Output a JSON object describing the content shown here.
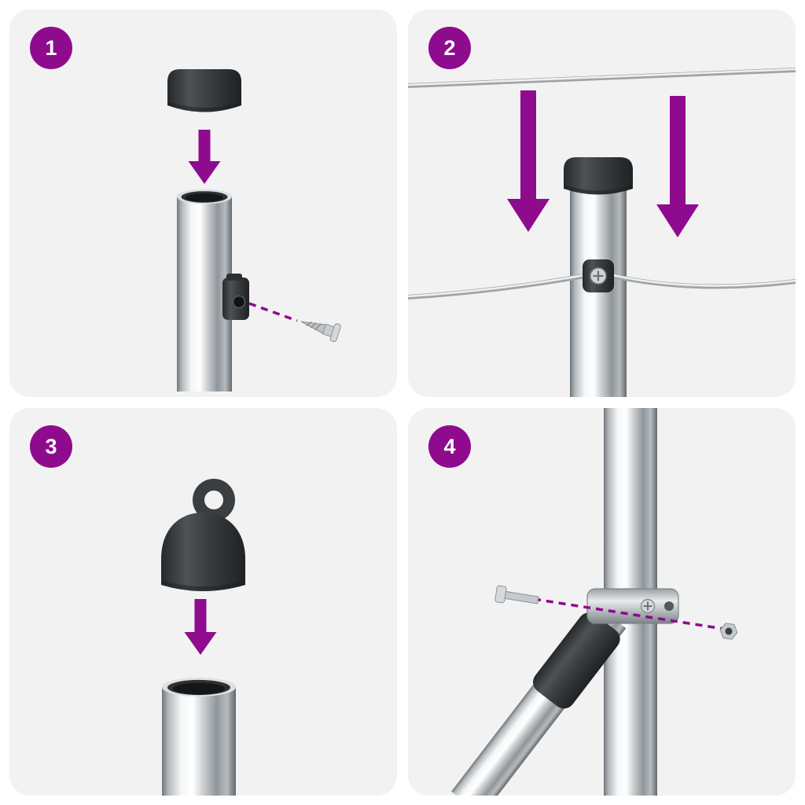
{
  "colors": {
    "accent": "#8E0B8E",
    "panel_background": "#F2F2F2",
    "dark_part": "#3A3E41",
    "page_background": "#FFFFFF"
  },
  "steps": [
    {
      "number": "1",
      "parts": [
        "post-cap",
        "steel-post",
        "screw-clamp",
        "screw",
        "down-arrow"
      ]
    },
    {
      "number": "2",
      "parts": [
        "top-wire",
        "down-arrow-left",
        "down-arrow-right",
        "capped-post",
        "wire-clamp",
        "middle-wire"
      ]
    },
    {
      "number": "3",
      "parts": [
        "eyelet-cap",
        "down-arrow",
        "steel-tube"
      ]
    },
    {
      "number": "4",
      "parts": [
        "vertical-post",
        "diagonal-brace",
        "brace-connector",
        "pipe-strap",
        "bolt",
        "nut"
      ]
    }
  ]
}
